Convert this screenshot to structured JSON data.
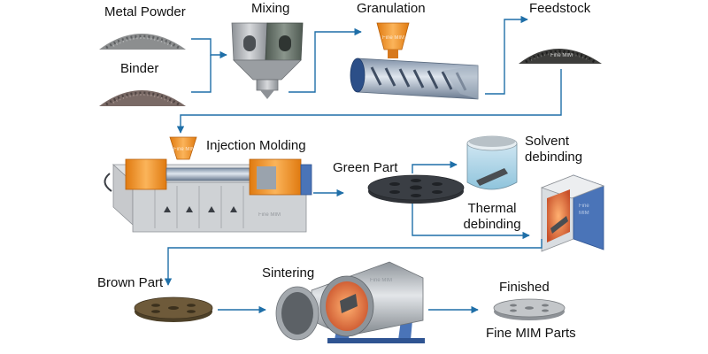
{
  "labels": {
    "metal_powder": "Metal Powder",
    "binder": "Binder",
    "mixing": "Mixing",
    "granulation": "Granulation",
    "feedstock": "Feedstock",
    "injection_molding": "Injection Molding",
    "green_part": "Green Part",
    "solvent_debinding_1": "Solvent",
    "solvent_debinding_2": "debinding",
    "thermal_debinding_1": "Thermal",
    "thermal_debinding_2": "debinding",
    "brown_part": "Brown Part",
    "sintering": "Sintering",
    "finished": "Finished",
    "fine_mim_parts": "Fine MIM Parts"
  },
  "watermark": "Fine MIM",
  "colors": {
    "arrow": "#1f6fa8",
    "accent_orange": "#f39a2b",
    "machine_gray": "#b9bcbf",
    "machine_blue": "#4a74b8",
    "part_dark": "#3a3e44",
    "part_bronze": "#6e5a3a"
  }
}
